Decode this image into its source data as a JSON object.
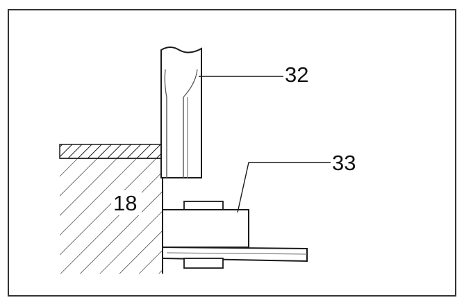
{
  "labels": {
    "part_32": "32",
    "part_33": "33",
    "part_18": "18"
  },
  "colors": {
    "line": "#1a1a1a",
    "fill": "#ffffff",
    "hatch": "#2a2a2a",
    "shade": "#c8c8c8"
  }
}
